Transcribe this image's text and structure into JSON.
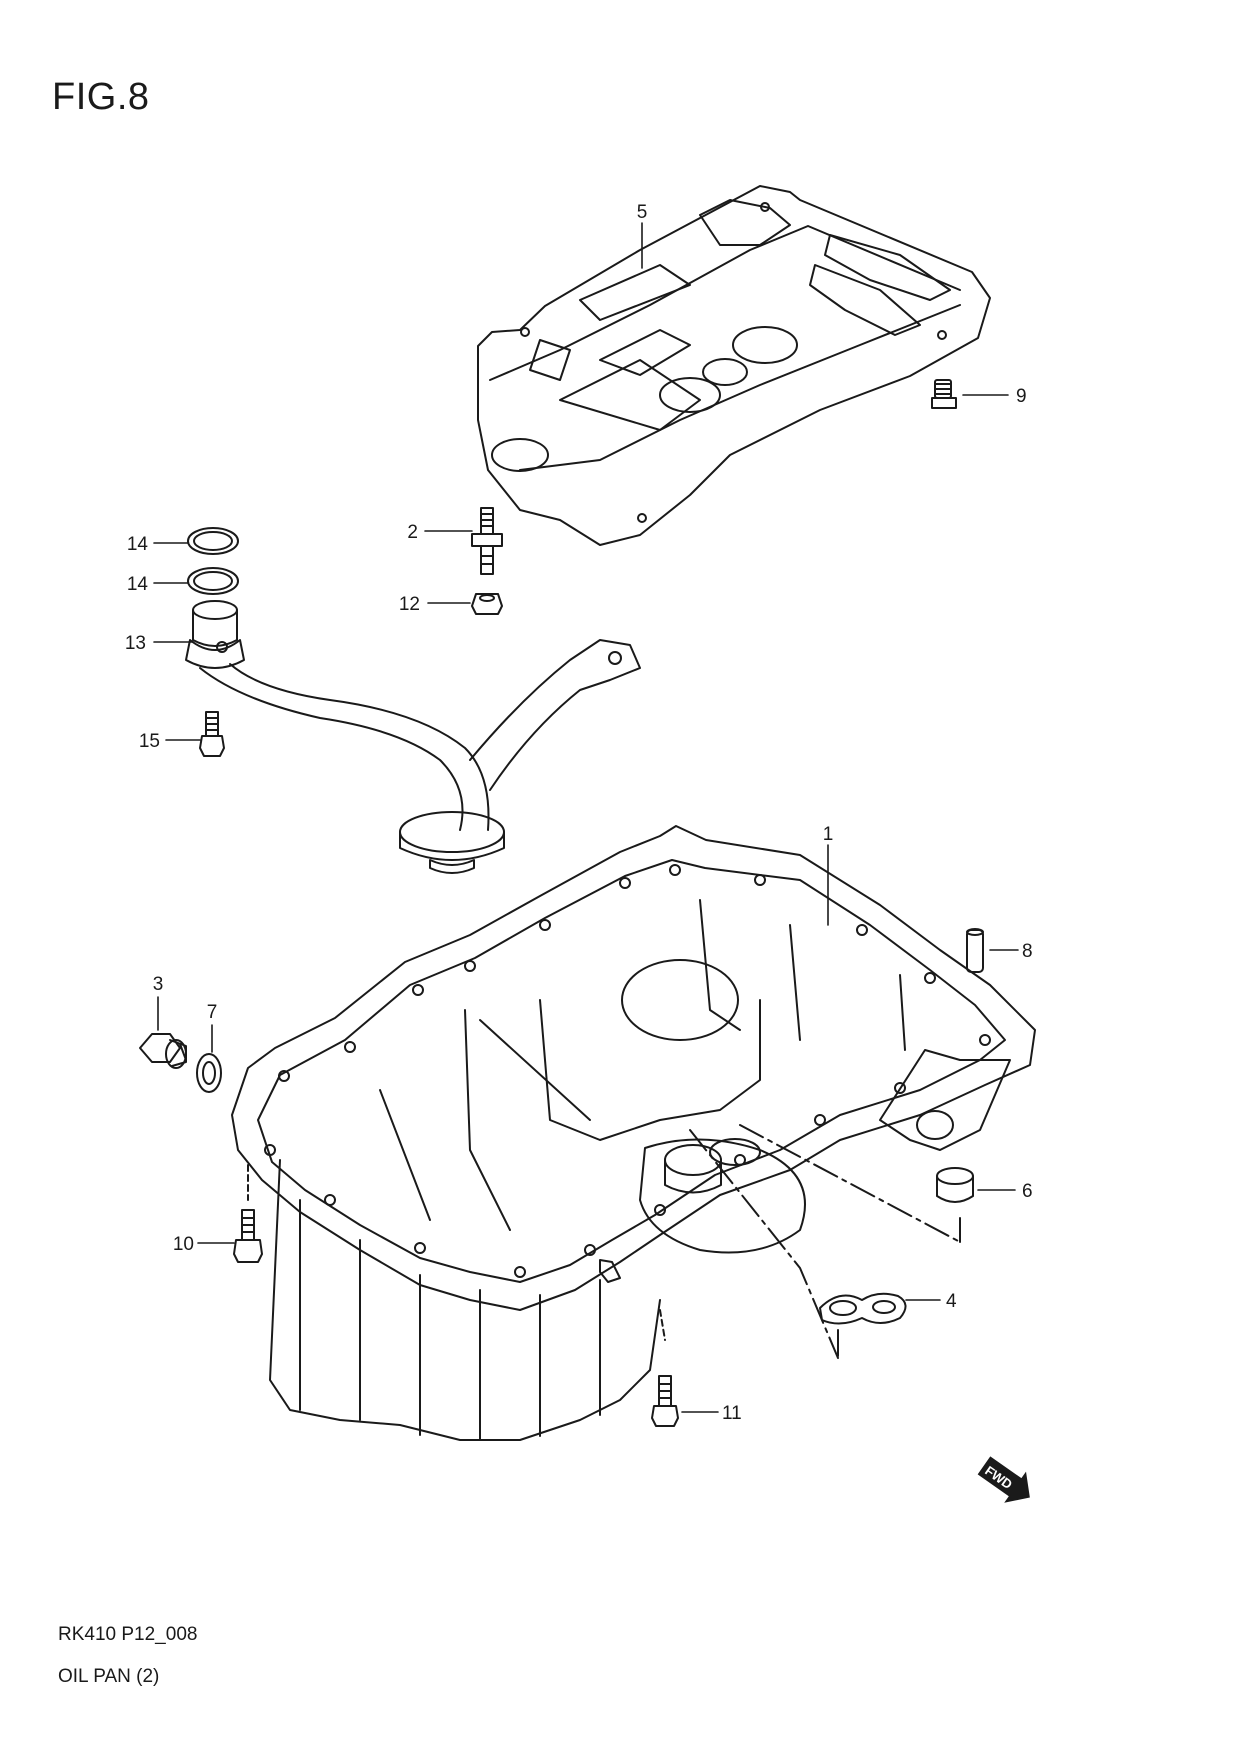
{
  "figure": {
    "title": "FIG.8"
  },
  "footer": {
    "model_code": "RK410 P12_008",
    "part_name": "OIL PAN (2)"
  },
  "direction_arrow": {
    "label": "FWD"
  },
  "callouts": [
    "1",
    "2",
    "3",
    "4",
    "5",
    "6",
    "7",
    "8",
    "9",
    "10",
    "11",
    "12",
    "13",
    "14",
    "14",
    "15"
  ],
  "colors": {
    "line": "#1a1a1a",
    "background": "#ffffff"
  }
}
